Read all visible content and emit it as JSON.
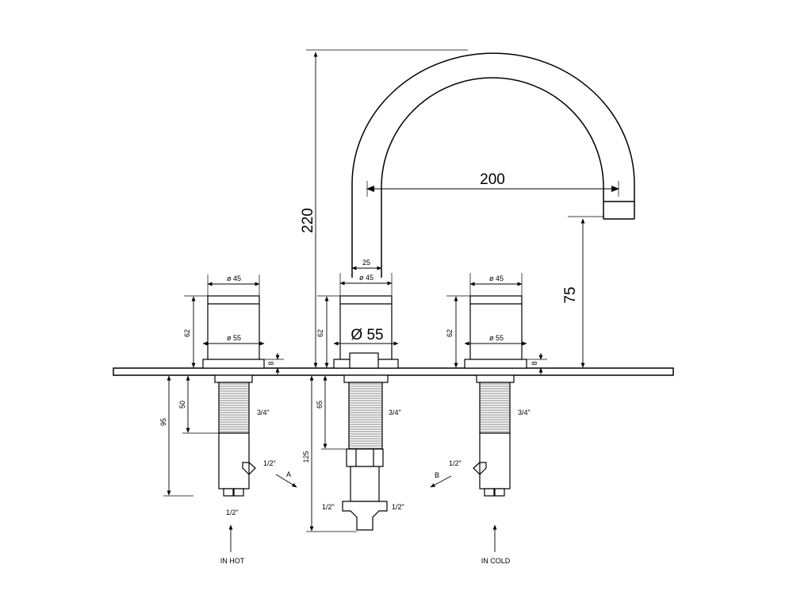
{
  "dimensions": {
    "height_total": "220",
    "spout_reach": "200",
    "spout_clearance": "75",
    "spout_width": "25",
    "center_diameter_top": "ø 45",
    "center_body_diameter": "Ø 55",
    "left_diameter_top": "ø 45",
    "left_diameter_bottom": "ø 55",
    "right_diameter_top": "ø 45",
    "right_diameter_bottom": "ø 55",
    "left_handle_height": "62",
    "center_handle_height": "62",
    "right_handle_height": "62",
    "left_base_height": "8",
    "right_base_height": "8",
    "left_shank_length": "50",
    "left_below_deck": "95",
    "center_shank_length": "65",
    "center_below_deck": "125"
  },
  "threads": {
    "left_shank": "3/4\"",
    "center_shank": "3/4\"",
    "right_shank": "3/4\"",
    "left_outlet": "1/2\"",
    "left_inlet": "1/2\"",
    "center_outlet_left": "1/2\"",
    "center_outlet_right": "1/2\"",
    "right_outlet": "1/2\""
  },
  "connection_labels": {
    "a": "A",
    "b": "B"
  },
  "inlets": {
    "hot": "IN HOT",
    "cold": "IN COLD"
  }
}
